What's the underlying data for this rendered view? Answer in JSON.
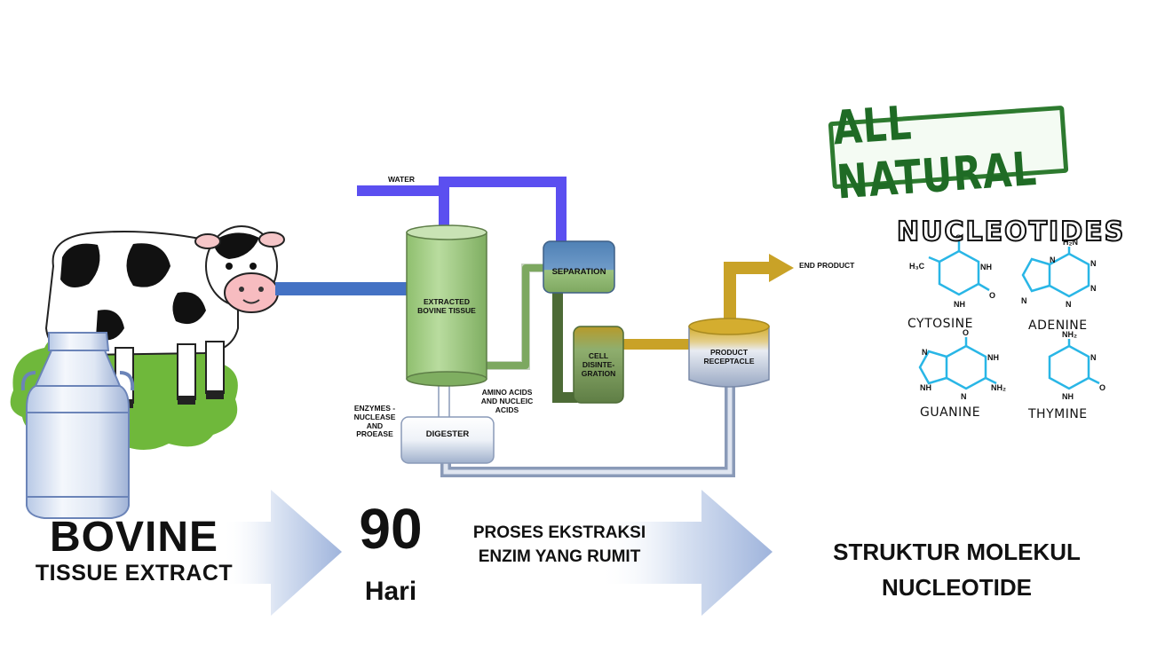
{
  "source": {
    "title": "BOVINE",
    "subtitle": "TISSUE EXTRACT"
  },
  "duration": {
    "value": "90",
    "unit": "Hari"
  },
  "process": {
    "caption_line1": "PROSES EKSTRAKSI",
    "caption_line2": "ENZIM YANG RUMIT"
  },
  "result": {
    "caption_line1": "STRUKTUR MOLEKUL",
    "caption_line2": "NUCLEOTIDE"
  },
  "diagram": {
    "water": "WATER",
    "tank": [
      "EXTRACTED",
      "BOVINE TISSUE"
    ],
    "separation": "SEPARATION",
    "cell": [
      "CELL",
      "DISINTE-",
      "GRATION"
    ],
    "receptacle": [
      "PRODUCT",
      "RECEPTACLE"
    ],
    "end_product": "END PRODUCT",
    "enzymes": [
      "ENZYMES -",
      "NUCLEASE AND",
      "PROEASE"
    ],
    "amino": [
      "AMINO ACIDS",
      "AND NUCLEIC",
      "ACIDS"
    ],
    "digester": "DIGESTER"
  },
  "badge": "ALL NATURAL",
  "nucleotides": {
    "title": "NUCLEOTIDES",
    "molecules": [
      "CYTOSINE",
      "ADENINE",
      "GUANINE",
      "THYMINE"
    ]
  },
  "colors": {
    "water_pipe": "#5b4ff0",
    "cow_pipe": "#4472c4",
    "tank_green": "#a9d08e",
    "product_gold": "#c9a227",
    "molecule_blue": "#29b6e6",
    "stamp_green": "#2d7a2f",
    "arrow_blue": "#b4c7e7"
  }
}
